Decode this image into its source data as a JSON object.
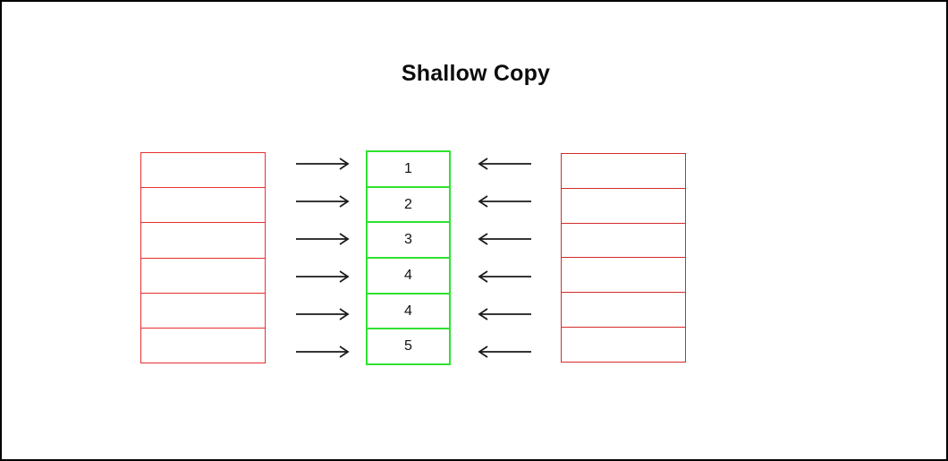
{
  "diagram": {
    "title": "Shallow Copy",
    "center_array": {
      "name": "copied-list",
      "border_color": "#2fe22f",
      "values": [
        "1",
        "2",
        "3",
        "4",
        "4",
        "5"
      ]
    },
    "left_array": {
      "name": "source-list-left",
      "border_color": "#e8302f",
      "values": [
        "",
        "",
        "",
        "",
        "",
        ""
      ]
    },
    "right_array": {
      "name": "source-list-right",
      "border_color": "#d42b2b",
      "values": [
        "",
        "",
        "",
        "",
        "",
        ""
      ]
    },
    "left_arrows": {
      "direction": "right",
      "count": 6,
      "color": "#1a1a1a"
    },
    "right_arrows": {
      "direction": "left",
      "count": 6,
      "color": "#1a1a1a"
    }
  }
}
